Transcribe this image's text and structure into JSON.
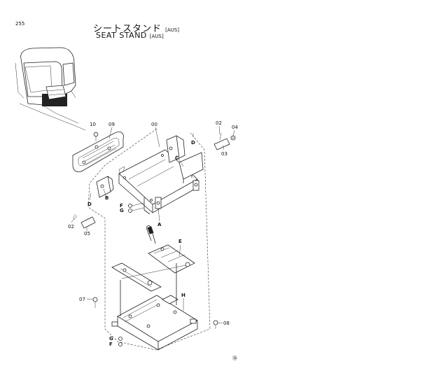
{
  "page_number": "255",
  "title_jp": "シートスタンド",
  "title_en": "SEAT STAND",
  "region_tag": "[AUS]",
  "parts": {
    "p10": "10",
    "p09": "09",
    "p00": "00",
    "p02a": "02",
    "p04": "04",
    "p03": "03",
    "pD1": "D",
    "pC": "C",
    "pD2": "D",
    "pB": "B",
    "pF1": "F",
    "pG1": "G",
    "p02b": "02",
    "p05": "05",
    "pA": "A",
    "pE": "E",
    "p07": "07",
    "pH": "H",
    "p08": "08",
    "pG2": "G",
    "pF2": "F"
  },
  "footer_mark": "⑭"
}
